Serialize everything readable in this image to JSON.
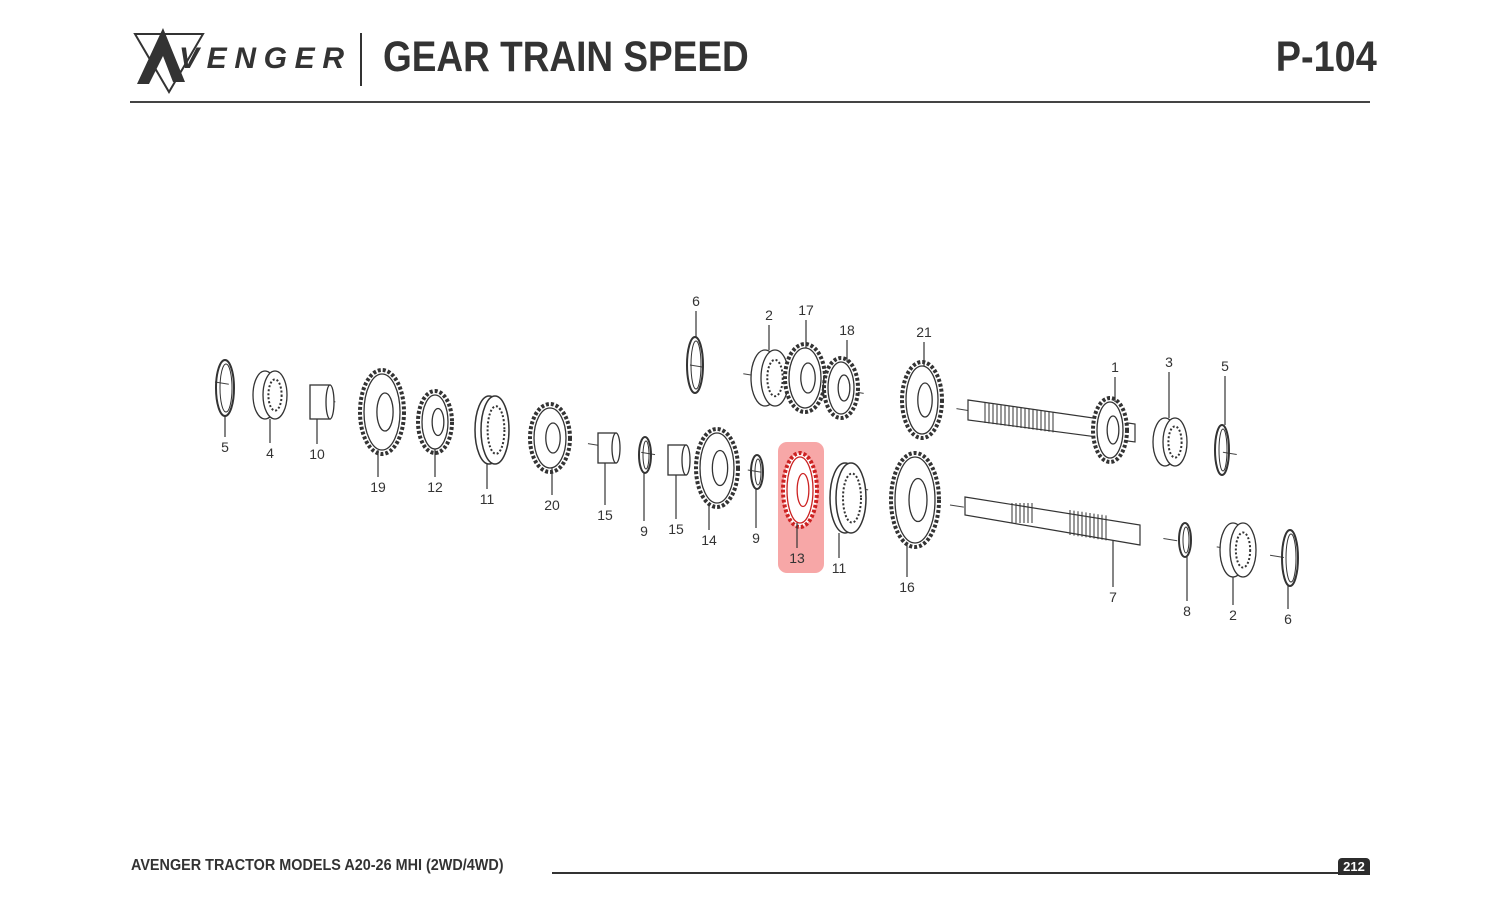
{
  "header": {
    "brand": "AVENGER",
    "title": "GEAR TRAIN SPEED",
    "page_code": "P-104"
  },
  "diagram": {
    "highlight_color": "#f48a8a",
    "highlighted_part": "13",
    "callouts": [
      "6",
      "2",
      "17",
      "18",
      "21",
      "1",
      "3",
      "5",
      "5",
      "4",
      "10",
      "19",
      "12",
      "11",
      "20",
      "15",
      "9",
      "15",
      "14",
      "9",
      "13",
      "11",
      "16",
      "7",
      "8",
      "2",
      "6"
    ]
  },
  "footer": {
    "text": "AVENGER TRACTOR MODELS A20-26 MHI (2WD/4WD)",
    "page_number": "212"
  }
}
